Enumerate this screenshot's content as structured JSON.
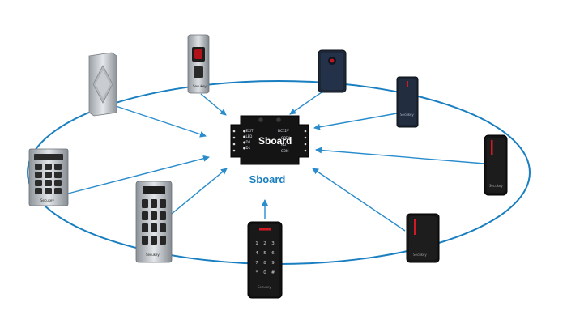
{
  "hub": {
    "name": "Sboard",
    "device_text": "Sboard"
  },
  "devices": [
    {
      "id": "exit-button",
      "kind": "steel exit button"
    },
    {
      "id": "fingerprint-reader",
      "kind": "slim fingerprint reader",
      "brand": "Secukey"
    },
    {
      "id": "keypad-reader-flush",
      "kind": "metal keypad reader",
      "brand": "Secukey"
    },
    {
      "id": "keypad-reader-tall",
      "kind": "metal keypad reader",
      "brand": "Secukey"
    },
    {
      "id": "touch-keypad",
      "kind": "touch keypad reader",
      "brand": "Secukey"
    },
    {
      "id": "reader-dark-top",
      "kind": "proximity card reader"
    },
    {
      "id": "reader-dark-small",
      "kind": "proximity card reader",
      "brand": "Secukey"
    },
    {
      "id": "reader-slim-right",
      "kind": "proximity card reader",
      "brand": "Secukey"
    },
    {
      "id": "reader-lower-right",
      "kind": "proximity card reader",
      "brand": "Secukey"
    }
  ],
  "colors": {
    "ring": "#1a7fc0",
    "arrow": "#2a8ccc",
    "hub_body": "#141414",
    "label": "#1a7fc0"
  }
}
